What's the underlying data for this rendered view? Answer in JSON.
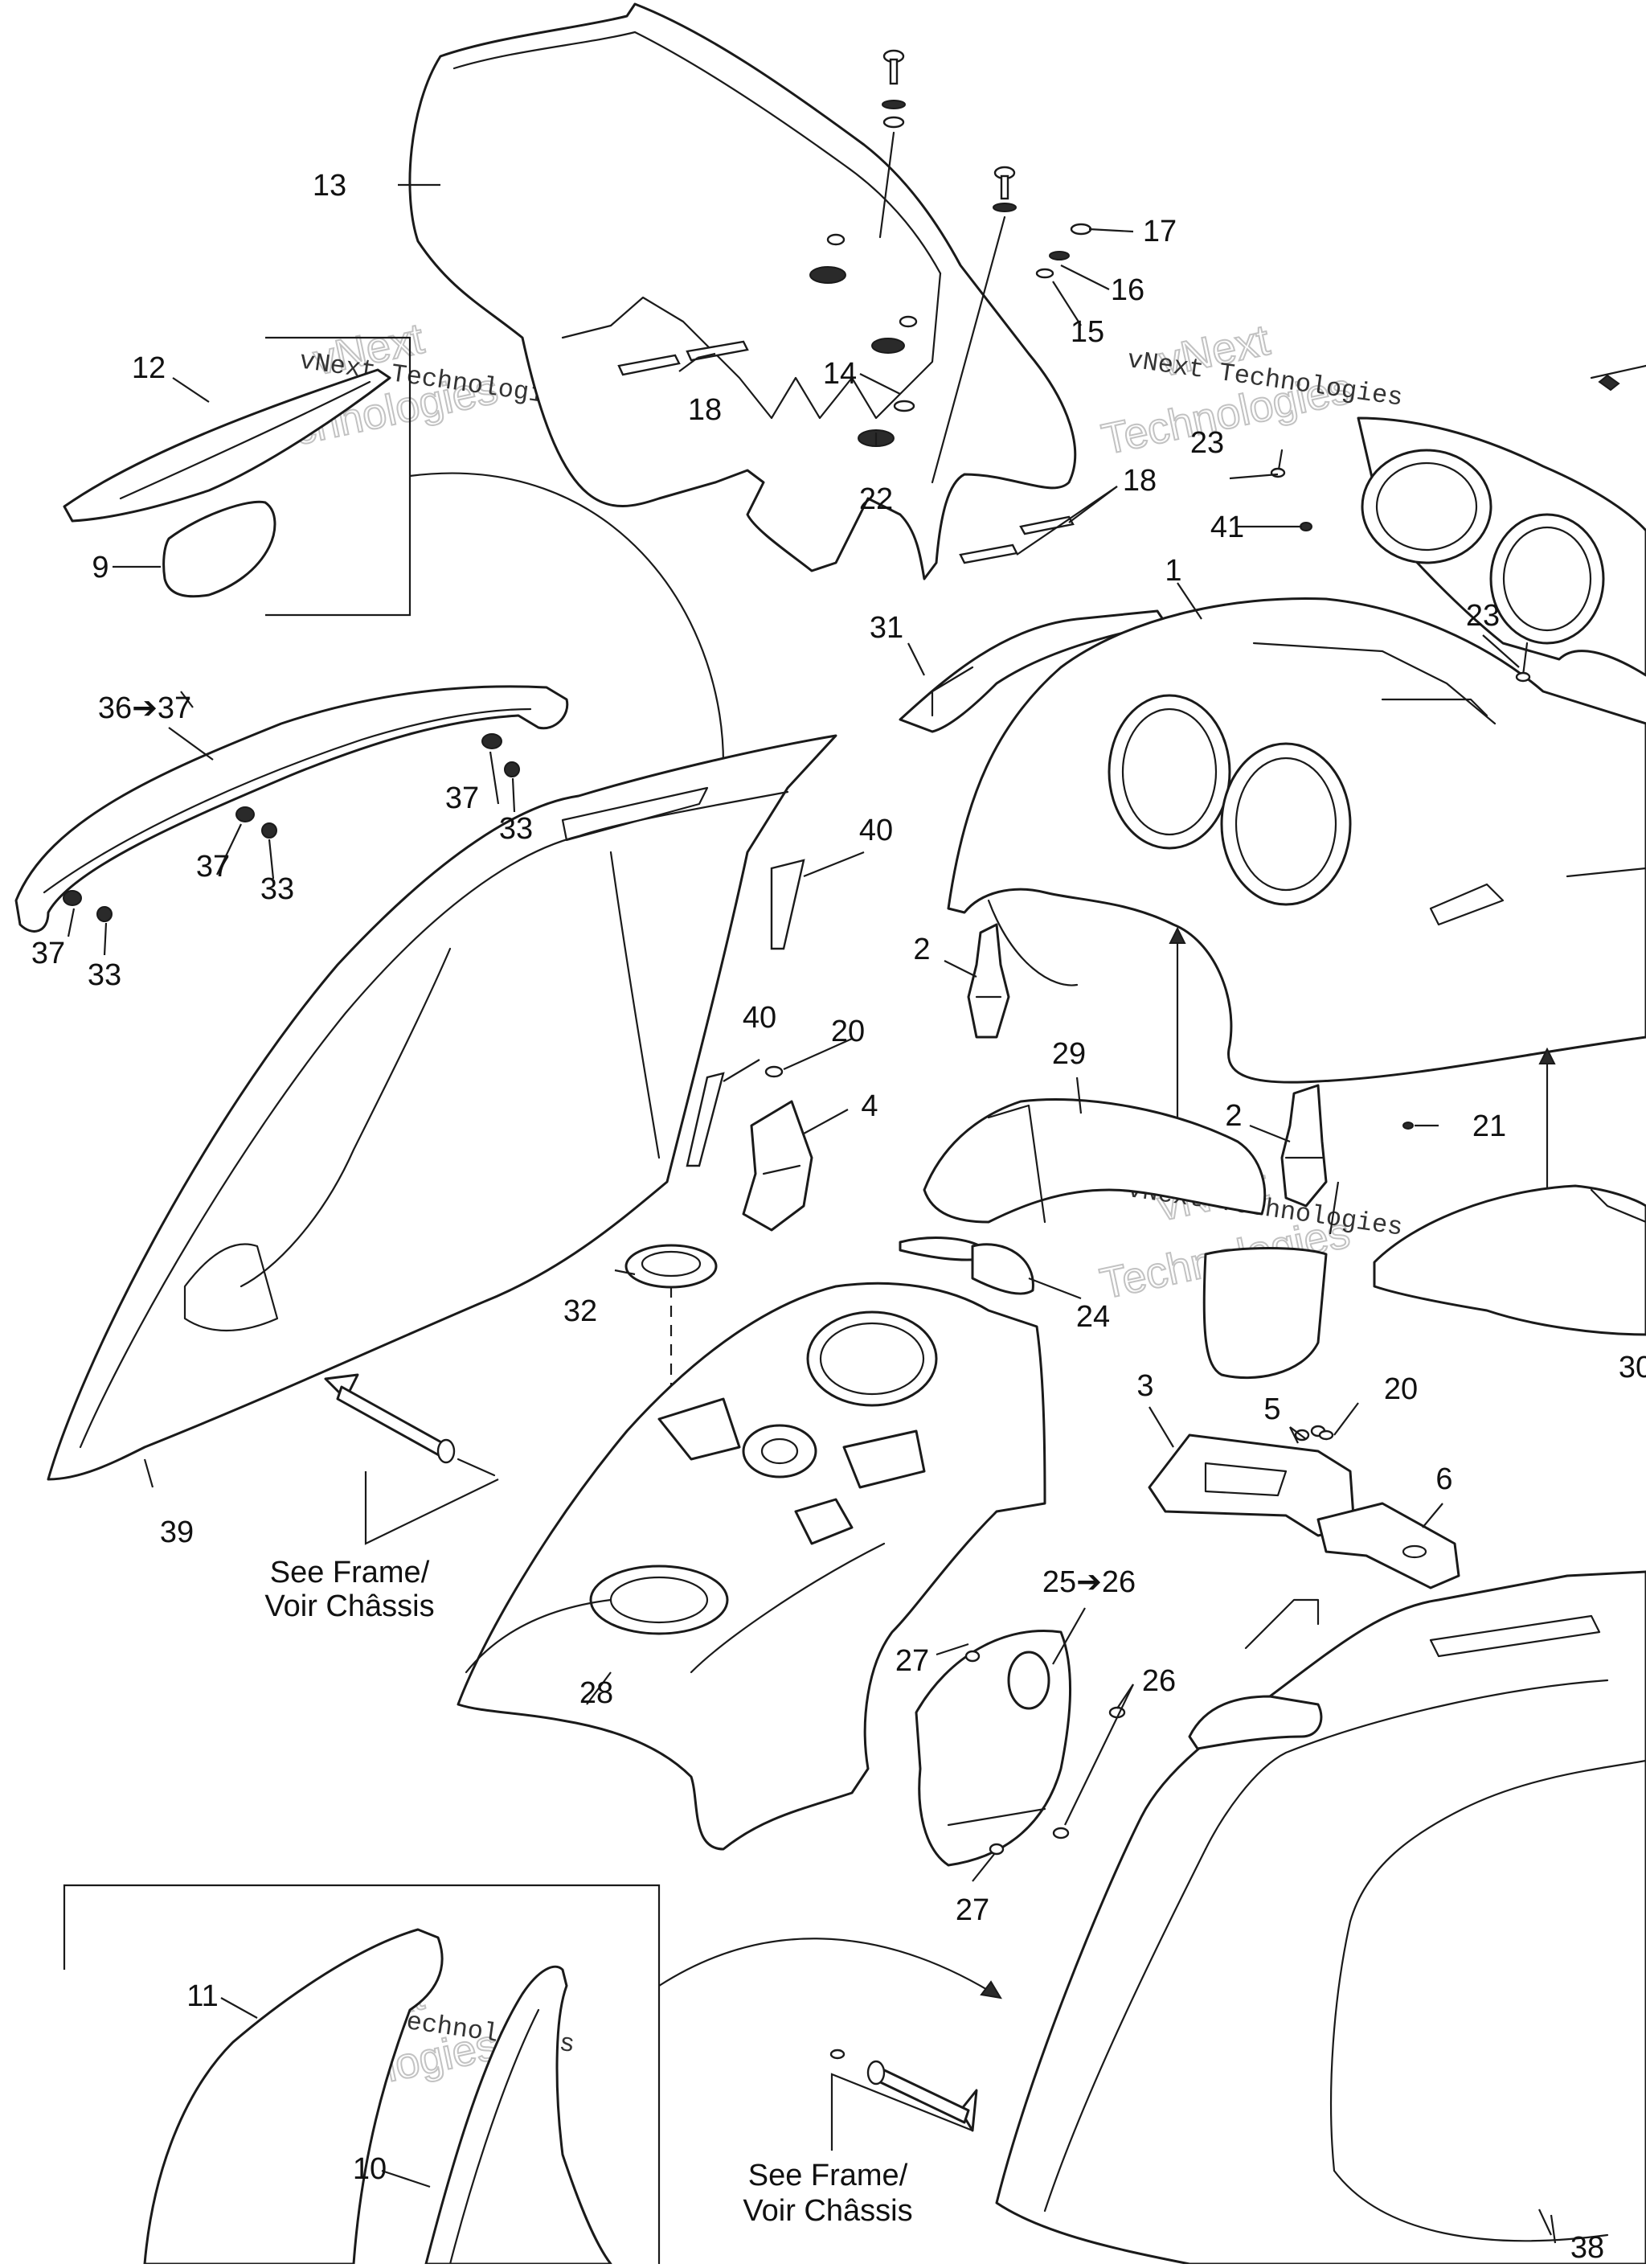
{
  "diagram": {
    "callouts": [
      {
        "id": "c1",
        "label": "1"
      },
      {
        "id": "c2a",
        "label": "2"
      },
      {
        "id": "c2b",
        "label": "2"
      },
      {
        "id": "c3",
        "label": "3"
      },
      {
        "id": "c4",
        "label": "4"
      },
      {
        "id": "c5",
        "label": "5"
      },
      {
        "id": "c6",
        "label": "6"
      },
      {
        "id": "c9",
        "label": "9"
      },
      {
        "id": "c10",
        "label": "10"
      },
      {
        "id": "c11",
        "label": "11"
      },
      {
        "id": "c12",
        "label": "12"
      },
      {
        "id": "c13",
        "label": "13"
      },
      {
        "id": "c14",
        "label": "14"
      },
      {
        "id": "c15",
        "label": "15"
      },
      {
        "id": "c16",
        "label": "16"
      },
      {
        "id": "c17",
        "label": "17"
      },
      {
        "id": "c18a",
        "label": "18"
      },
      {
        "id": "c18b",
        "label": "18"
      },
      {
        "id": "c20a",
        "label": "20"
      },
      {
        "id": "c20b",
        "label": "20"
      },
      {
        "id": "c21",
        "label": "21"
      },
      {
        "id": "c22",
        "label": "22"
      },
      {
        "id": "c23a",
        "label": "23"
      },
      {
        "id": "c23b",
        "label": "23"
      },
      {
        "id": "c24",
        "label": "24"
      },
      {
        "id": "c25",
        "label": "25➔26"
      },
      {
        "id": "c26",
        "label": "26"
      },
      {
        "id": "c27a",
        "label": "27"
      },
      {
        "id": "c27b",
        "label": "27"
      },
      {
        "id": "c28",
        "label": "28"
      },
      {
        "id": "c29",
        "label": "29"
      },
      {
        "id": "c30",
        "label": "30"
      },
      {
        "id": "c31",
        "label": "31"
      },
      {
        "id": "c32",
        "label": "32"
      },
      {
        "id": "c33a",
        "label": "33"
      },
      {
        "id": "c33b",
        "label": "33"
      },
      {
        "id": "c33c",
        "label": "33"
      },
      {
        "id": "c36",
        "label": "36➔37"
      },
      {
        "id": "c37a",
        "label": "37"
      },
      {
        "id": "c37b",
        "label": "37"
      },
      {
        "id": "c37c",
        "label": "37"
      },
      {
        "id": "c38",
        "label": "38"
      },
      {
        "id": "c39",
        "label": "39"
      },
      {
        "id": "c40a",
        "label": "40"
      },
      {
        "id": "c40b",
        "label": "40"
      },
      {
        "id": "c41",
        "label": "41"
      }
    ],
    "references": [
      {
        "id": "r1",
        "line1": "See Frame/",
        "line2": "Voir Châssis"
      },
      {
        "id": "r2",
        "line1": "See Frame/",
        "line2": "Voir Châssis"
      }
    ],
    "watermark": {
      "brand_line": "vNext Technologies",
      "big_line1": "vNext",
      "big_line2": "Technologies"
    }
  }
}
